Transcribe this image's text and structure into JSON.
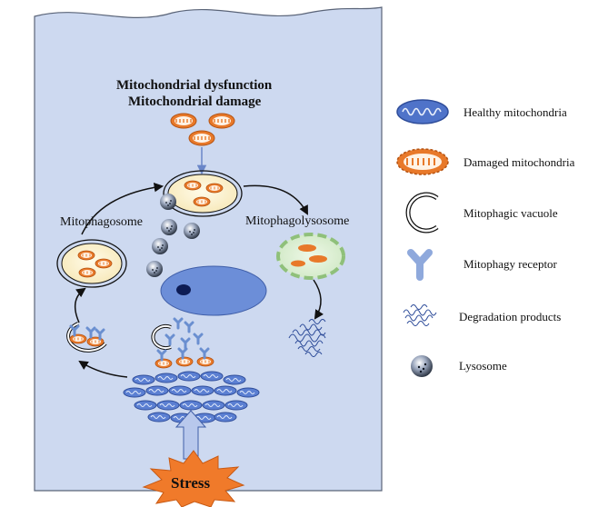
{
  "title": {
    "line1": "Mitochondrial dysfunction",
    "line2": "Mitochondrial damage"
  },
  "labels": {
    "mitophagosome": "Mitophagosome",
    "mitophagolysosome": "Mitophagolysosome",
    "stress": "Stress"
  },
  "legend": {
    "items": [
      {
        "icon": "healthy-mitochondria-icon",
        "label": "Healthy mitochondria"
      },
      {
        "icon": "damaged-mitochondria-icon",
        "label": "Damaged mitochondria"
      },
      {
        "icon": "mitophagic-vacuole-icon",
        "label": "Mitophagic vacuole"
      },
      {
        "icon": "mitophagy-receptor-icon",
        "label": "Mitophagy receptor"
      },
      {
        "icon": "degradation-products-icon",
        "label": "Degradation products"
      },
      {
        "icon": "lysosome-icon",
        "label": "Lysosome"
      }
    ]
  },
  "colors": {
    "cell_fill": "#cdd9f0",
    "cell_stroke": "#5a6478",
    "healthy_mito": "#4f73c9",
    "damaged_mito": "#e8792a",
    "nucleus": "#6c8ed8",
    "arrow": "#111111",
    "stress_star": "#f07a2a",
    "degraded_fill": "#cfe8c4",
    "degraded_ring": "#8fc07a"
  }
}
